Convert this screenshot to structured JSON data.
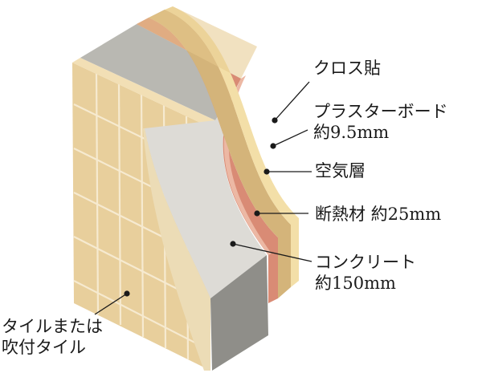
{
  "labels": {
    "cloth": "クロス貼",
    "plasterboard_name": "プラスターボード",
    "plasterboard_thickness": "約9.5mm",
    "air_layer": "空気層",
    "insulation": "断熱材 約25mm",
    "concrete_name": "コンクリート",
    "concrete_thickness": "約150mm",
    "tile_line1": "タイルまたは",
    "tile_line2": "吹付タイル"
  },
  "colors": {
    "tile": "#e8cf9c",
    "tile_grout": "#f6ead0",
    "concrete_top": "#b9b8b2",
    "concrete_face": "#dddbd6",
    "concrete_dark": "#8f8e89",
    "insulation": "#d98b75",
    "insulation_light": "#ecb8a4",
    "plasterboard": "#d4b47a",
    "cloth": "#f3dfa8",
    "leader_line": "#1a1a1a"
  }
}
